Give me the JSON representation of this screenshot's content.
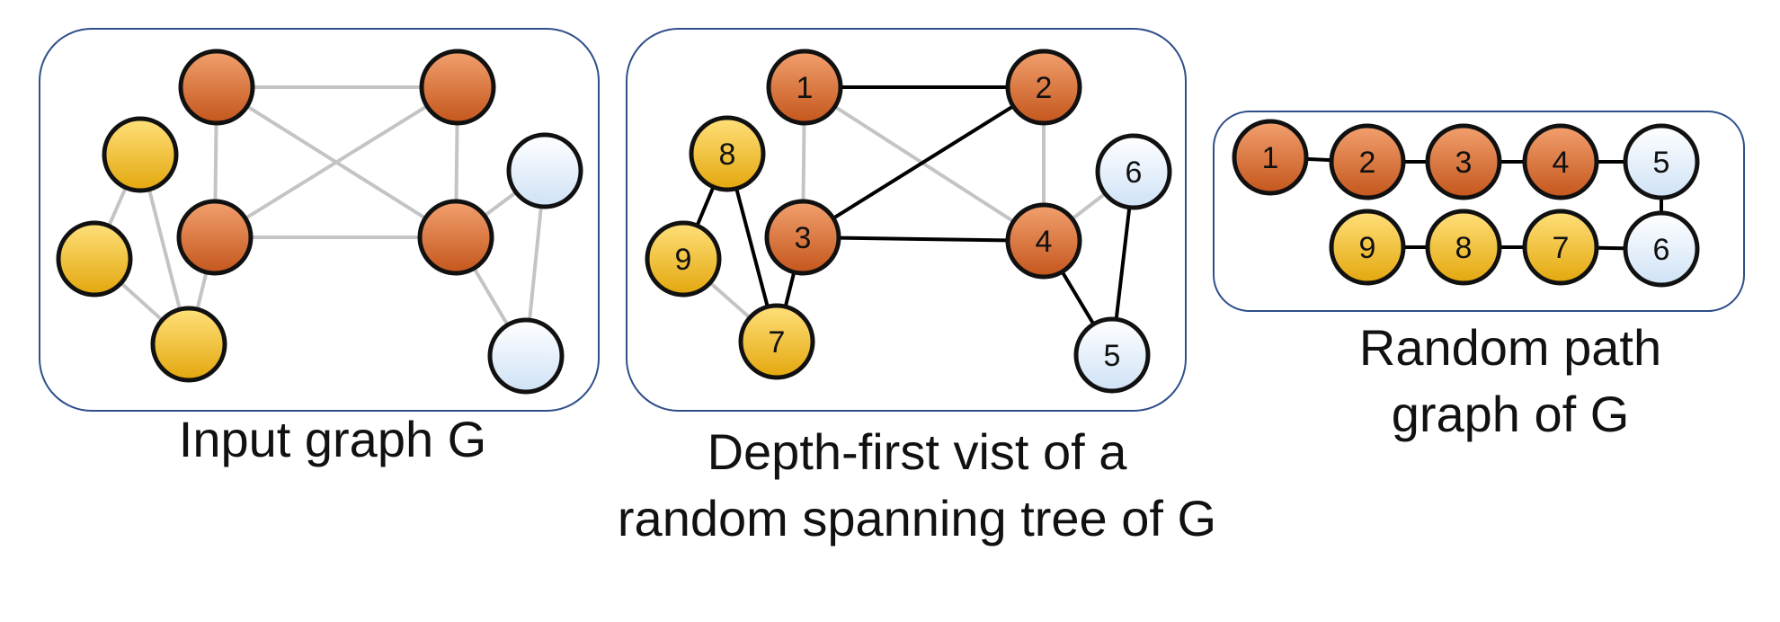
{
  "colors": {
    "panel_border": "#2f4f8a",
    "spanning_edge": "#000000",
    "other_edge": "#c4c4c4",
    "node_stroke": "#111111",
    "orange_light": "#f2a06e",
    "orange_dark": "#c4561c",
    "yellow_light": "#ffe07a",
    "yellow_dark": "#e3a70d",
    "blue_light": "#ffffff",
    "blue_dark": "#cfe2f6"
  },
  "panels": [
    {
      "id": "input",
      "caption_lines": [
        "Input graph G"
      ],
      "nodes": [
        {
          "id": "a",
          "label": "",
          "group": "orange"
        },
        {
          "id": "b",
          "label": "",
          "group": "orange"
        },
        {
          "id": "c",
          "label": "",
          "group": "orange"
        },
        {
          "id": "d",
          "label": "",
          "group": "orange"
        },
        {
          "id": "e",
          "label": "",
          "group": "blue"
        },
        {
          "id": "f",
          "label": "",
          "group": "blue"
        },
        {
          "id": "g",
          "label": "",
          "group": "yellow"
        },
        {
          "id": "h",
          "label": "",
          "group": "yellow"
        },
        {
          "id": "i",
          "label": "",
          "group": "yellow"
        }
      ],
      "edges": [
        {
          "from": "a",
          "to": "b",
          "tree": false
        },
        {
          "from": "a",
          "to": "c",
          "tree": false
        },
        {
          "from": "a",
          "to": "d",
          "tree": false
        },
        {
          "from": "b",
          "to": "c",
          "tree": false
        },
        {
          "from": "b",
          "to": "d",
          "tree": false
        },
        {
          "from": "c",
          "to": "d",
          "tree": false
        },
        {
          "from": "d",
          "to": "e",
          "tree": false
        },
        {
          "from": "d",
          "to": "f",
          "tree": false
        },
        {
          "from": "e",
          "to": "f",
          "tree": false
        },
        {
          "from": "g",
          "to": "h",
          "tree": false
        },
        {
          "from": "g",
          "to": "i",
          "tree": false
        },
        {
          "from": "h",
          "to": "i",
          "tree": false
        },
        {
          "from": "c",
          "to": "i",
          "tree": false
        }
      ]
    },
    {
      "id": "dfs",
      "caption_lines": [
        "Depth-first vist of a",
        "random spanning tree of G"
      ],
      "nodes": [
        {
          "id": "1",
          "label": "1",
          "group": "orange"
        },
        {
          "id": "2",
          "label": "2",
          "group": "orange"
        },
        {
          "id": "3",
          "label": "3",
          "group": "orange"
        },
        {
          "id": "4",
          "label": "4",
          "group": "orange"
        },
        {
          "id": "5",
          "label": "5",
          "group": "blue"
        },
        {
          "id": "6",
          "label": "6",
          "group": "blue"
        },
        {
          "id": "7",
          "label": "7",
          "group": "yellow"
        },
        {
          "id": "8",
          "label": "8",
          "group": "yellow"
        },
        {
          "id": "9",
          "label": "9",
          "group": "yellow"
        }
      ],
      "edges": [
        {
          "from": "1",
          "to": "3",
          "tree": false
        },
        {
          "from": "1",
          "to": "4",
          "tree": false
        },
        {
          "from": "2",
          "to": "4",
          "tree": false
        },
        {
          "from": "4",
          "to": "6",
          "tree": false
        },
        {
          "from": "9",
          "to": "7",
          "tree": false
        },
        {
          "from": "1",
          "to": "2",
          "tree": true
        },
        {
          "from": "2",
          "to": "3",
          "tree": true
        },
        {
          "from": "3",
          "to": "4",
          "tree": true
        },
        {
          "from": "4",
          "to": "5",
          "tree": true
        },
        {
          "from": "5",
          "to": "6",
          "tree": true
        },
        {
          "from": "3",
          "to": "7",
          "tree": true
        },
        {
          "from": "7",
          "to": "8",
          "tree": true
        },
        {
          "from": "8",
          "to": "9",
          "tree": true
        }
      ]
    },
    {
      "id": "path",
      "caption_lines": [
        "Random path",
        "graph of G"
      ],
      "nodes": [
        {
          "id": "1",
          "label": "1",
          "group": "orange"
        },
        {
          "id": "2",
          "label": "2",
          "group": "orange"
        },
        {
          "id": "3",
          "label": "3",
          "group": "orange"
        },
        {
          "id": "4",
          "label": "4",
          "group": "orange"
        },
        {
          "id": "5",
          "label": "5",
          "group": "blue"
        },
        {
          "id": "6",
          "label": "6",
          "group": "blue"
        },
        {
          "id": "7",
          "label": "7",
          "group": "yellow"
        },
        {
          "id": "8",
          "label": "8",
          "group": "yellow"
        },
        {
          "id": "9",
          "label": "9",
          "group": "yellow"
        }
      ],
      "edges": [
        {
          "from": "1",
          "to": "2",
          "tree": true
        },
        {
          "from": "2",
          "to": "3",
          "tree": true
        },
        {
          "from": "3",
          "to": "4",
          "tree": true
        },
        {
          "from": "4",
          "to": "5",
          "tree": true
        },
        {
          "from": "5",
          "to": "6",
          "tree": true
        },
        {
          "from": "6",
          "to": "7",
          "tree": true
        },
        {
          "from": "7",
          "to": "8",
          "tree": true
        },
        {
          "from": "8",
          "to": "9",
          "tree": true
        }
      ]
    }
  ]
}
